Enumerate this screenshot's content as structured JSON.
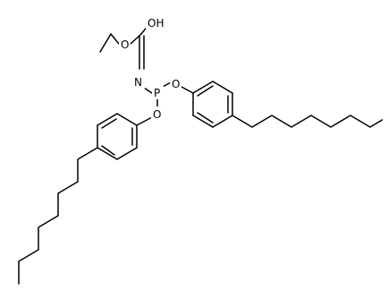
{
  "atoms": {
    "ether_o": "O",
    "hydroxyl": "OH",
    "imine_n": "N",
    "phosphorus": "P",
    "aryl_o_right": "O",
    "aryl_o_left": "O"
  }
}
